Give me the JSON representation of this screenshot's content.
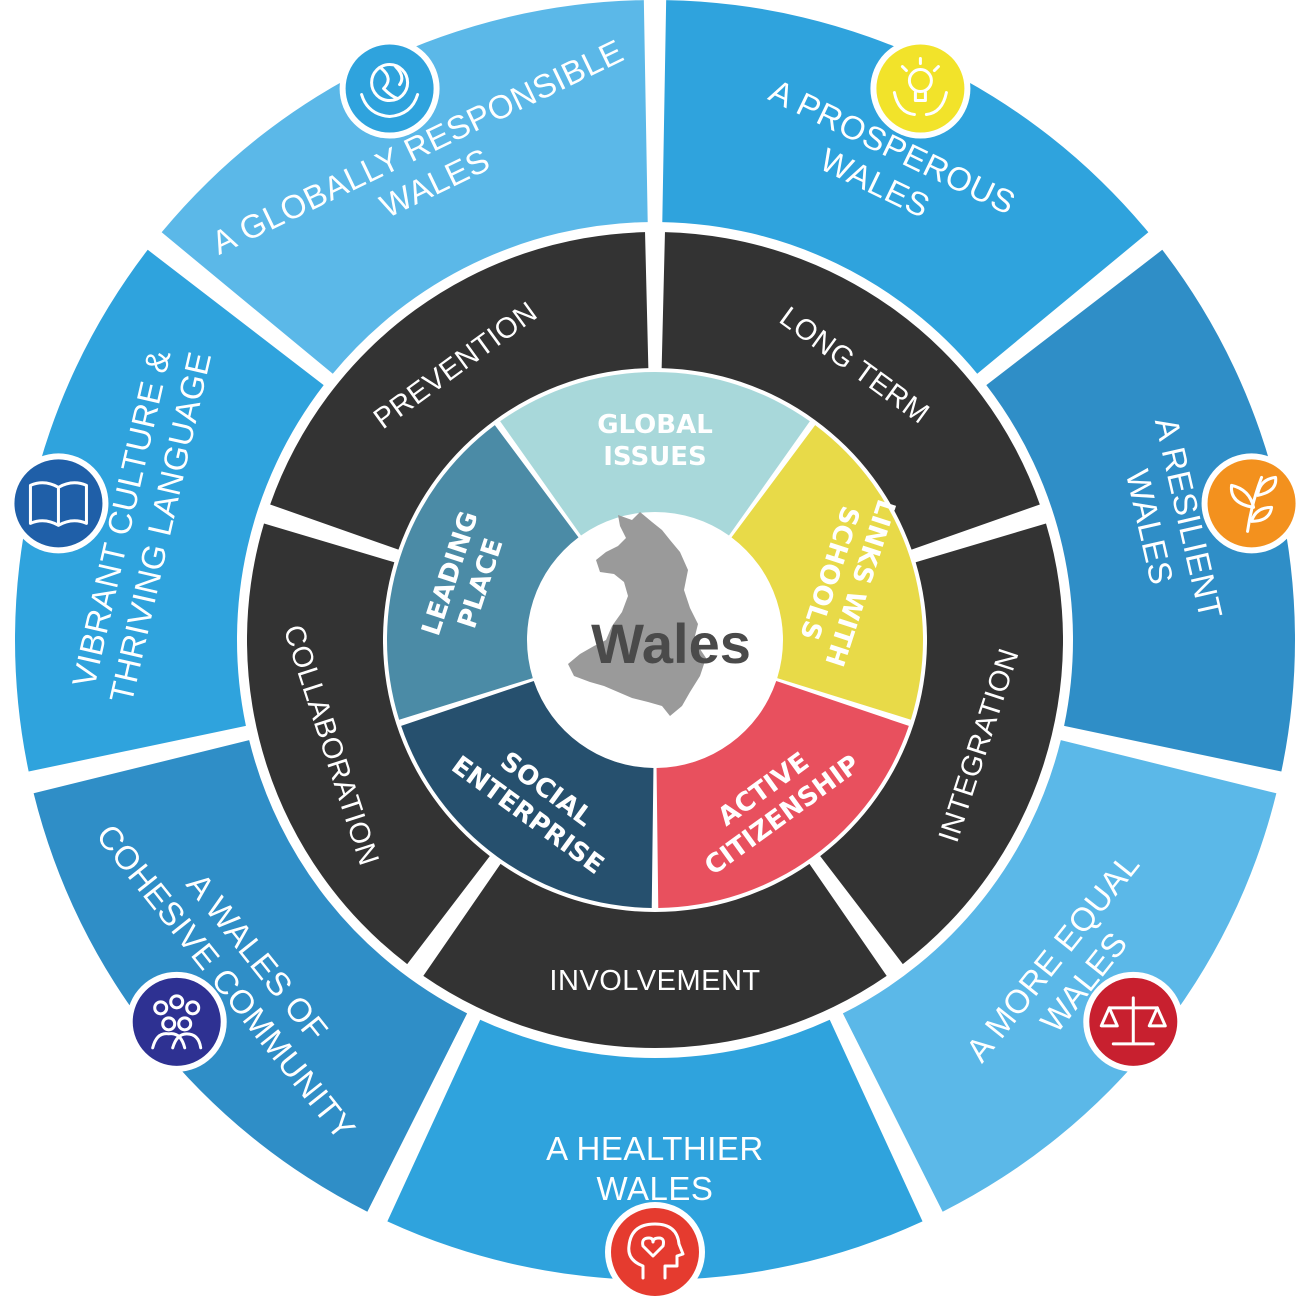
{
  "center": {
    "label": "Wales"
  },
  "inner_ring": [
    {
      "id": "global-issues",
      "lines": [
        "GLOBAL",
        "ISSUES"
      ],
      "color": "#A8D8DA"
    },
    {
      "id": "links-with-schools",
      "lines": [
        "LINKS WITH",
        "SCHOOLS"
      ],
      "color": "#E8DA48"
    },
    {
      "id": "active-citizenship",
      "lines": [
        "ACTIVE",
        "CITIZENSHIP"
      ],
      "color": "#E8505E"
    },
    {
      "id": "social-enterprise",
      "lines": [
        "SOCIAL",
        "ENTERPRISE"
      ],
      "color": "#26506E"
    },
    {
      "id": "leading-place",
      "lines": [
        "LEADING",
        "PLACE"
      ],
      "color": "#4B8BA6"
    }
  ],
  "middle_ring": {
    "color": "#333333",
    "items": [
      {
        "id": "long-term",
        "label": "LONG TERM"
      },
      {
        "id": "integration",
        "label": "INTEGRATION"
      },
      {
        "id": "involvement",
        "label": "INVOLVEMENT"
      },
      {
        "id": "collaboration",
        "label": "COLLABORATION"
      },
      {
        "id": "prevention",
        "label": "PREVENTION"
      }
    ]
  },
  "outer_ring": [
    {
      "id": "a-prosperous-wales",
      "lines": [
        "A PROSPEROUS",
        "WALES"
      ],
      "color": "#2FA3DD",
      "icon": "lightbulb-in-hands-icon",
      "icon_color": "#F2E32A"
    },
    {
      "id": "a-resilient-wales",
      "lines": [
        "A RESILIENT",
        "WALES"
      ],
      "color": "#2F8EC7",
      "icon": "plant-leaves-icon",
      "icon_color": "#F3911E"
    },
    {
      "id": "a-more-equal-wales",
      "lines": [
        "A MORE EQUAL",
        "WALES"
      ],
      "color": "#5BB8E8",
      "icon": "scales-of-justice-icon",
      "icon_color": "#C8202F"
    },
    {
      "id": "a-healthier-wales",
      "lines": [
        "A HEALTHIER",
        "WALES"
      ],
      "color": "#2FA3DD",
      "icon": "head-with-heart-icon",
      "icon_color": "#E53B2F"
    },
    {
      "id": "a-wales-of-cohesive-community",
      "lines": [
        "A WALES OF",
        "COHESIVE COMMUNITY"
      ],
      "color": "#2F8EC7",
      "icon": "people-group-icon",
      "icon_color": "#2E3192"
    },
    {
      "id": "vibrant-culture-thriving-language",
      "lines": [
        "VIBRANT CULTURE &",
        "THRIVING LANGUAGE"
      ],
      "color": "#2FA3DD",
      "icon": "open-book-icon",
      "icon_color": "#1F5FA8"
    },
    {
      "id": "a-globally-responsible-wales",
      "lines": [
        "A GLOBALLY RESPONSIBLE",
        "WALES"
      ],
      "color": "#5BB8E8",
      "icon": "globe-in-hands-icon",
      "icon_color": "#2FA3DD"
    }
  ]
}
